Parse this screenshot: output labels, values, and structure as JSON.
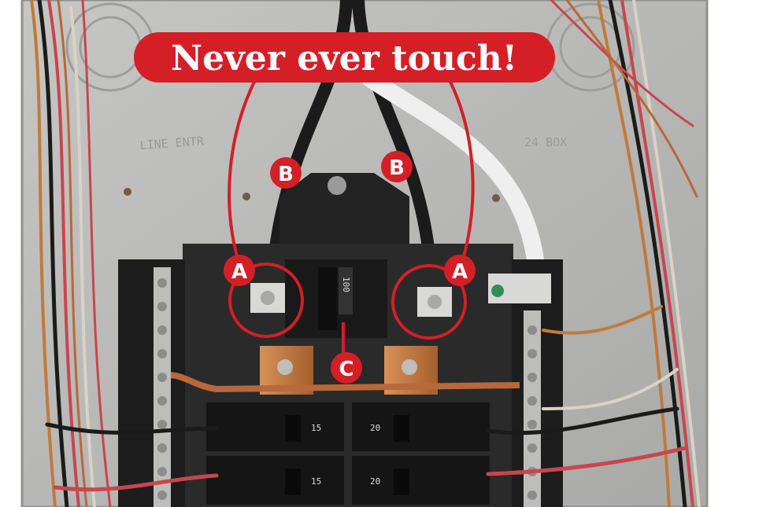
{
  "image": {
    "description_free": true,
    "colors": {
      "background": "#ffffff",
      "panel_gray": "#b9b9b7",
      "panel_dark": "#2a2a2a",
      "callout_red": "#d41f26",
      "copper": "#c07a3c",
      "wire_black": "#1b1b1b",
      "wire_red": "#c8464d",
      "wire_white": "#efefef"
    }
  },
  "callout": {
    "title": "Never ever touch!"
  },
  "markers": {
    "a_left": "A",
    "a_right": "A",
    "b_left": "B",
    "b_right": "B",
    "c": "C"
  },
  "panel_print": {
    "left": "LINE ENTR",
    "right": "24 BOX"
  },
  "breaker_labels": {
    "main": "100",
    "row1_left": "15",
    "row1_right": "20",
    "row2_left": "15",
    "row2_right": "20"
  },
  "icons": [
    "callout-bubble-icon",
    "marker-circle-icon"
  ]
}
